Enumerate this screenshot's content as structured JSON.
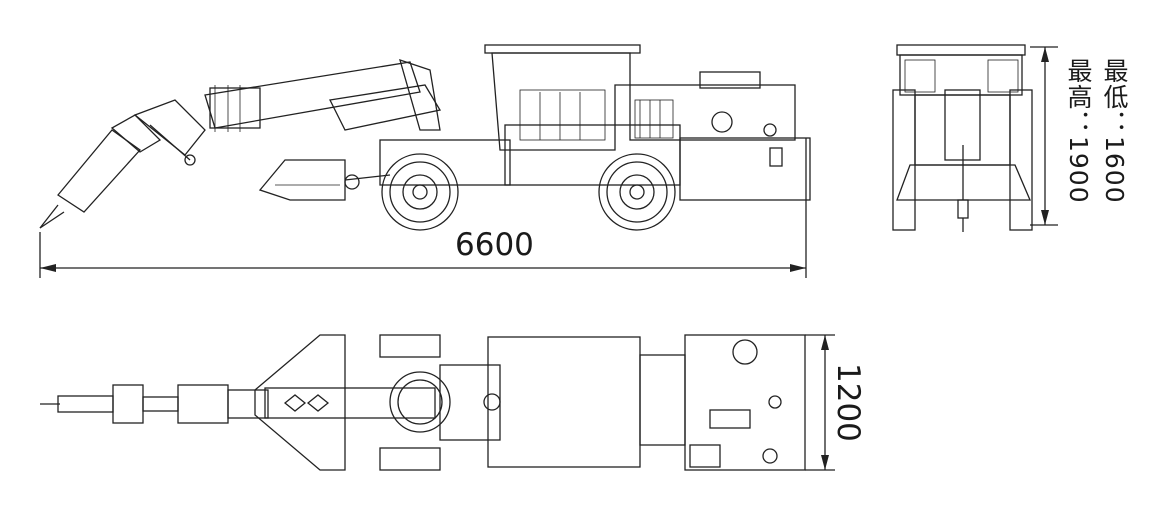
{
  "dimensions": {
    "length": "6600",
    "width": "1200",
    "height_max": "最高：1900",
    "height_min": "最低：1600"
  },
  "colors": {
    "line": "#222222",
    "background": "#ffffff"
  }
}
